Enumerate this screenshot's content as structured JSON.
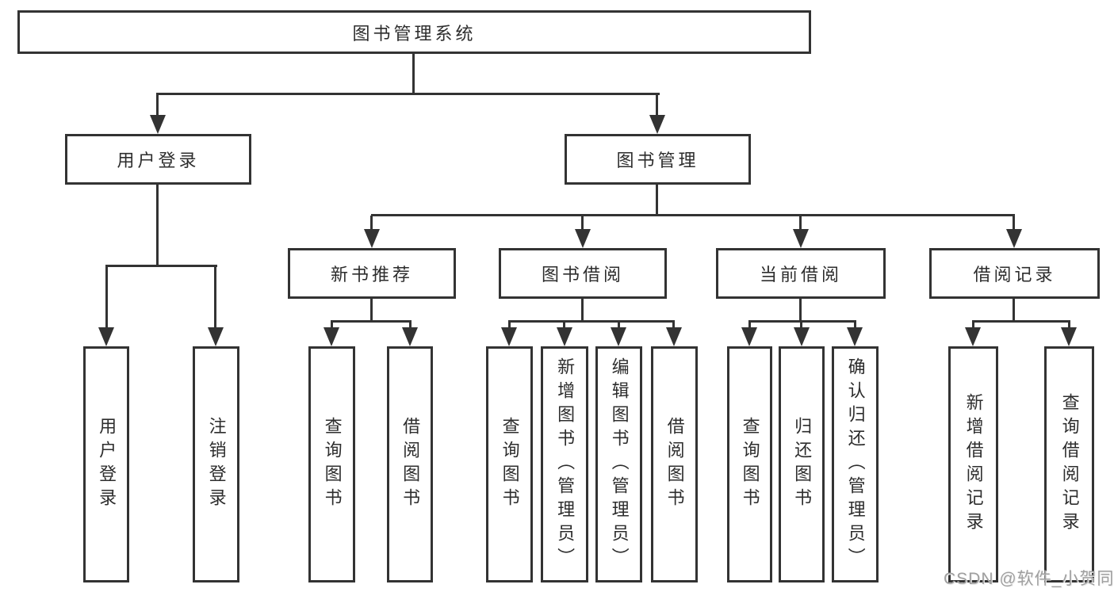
{
  "nodes": {
    "root": "图书管理系统",
    "login": "用户登录",
    "mgmt": "图书管理",
    "rec": "新书推荐",
    "borrow": "图书借阅",
    "current": "当前借阅",
    "record": "借阅记录",
    "login_user": "用户登录",
    "login_logout": "注销登录",
    "rec_query": "查询图书",
    "rec_borrow": "借阅图书",
    "borrow_query": "查询图书",
    "borrow_add": "新增图书（管理员）",
    "borrow_edit": "编辑图书（管理员）",
    "borrow_do": "借阅图书",
    "cur_query": "查询图书",
    "cur_return": "归还图书",
    "cur_confirm": "确认归还（管理员）",
    "record_add": "新增借阅记录",
    "record_query": "查询借阅记录"
  },
  "hierarchy": {
    "图书管理系统": {
      "用户登录": [
        "用户登录",
        "注销登录"
      ],
      "图书管理": {
        "新书推荐": [
          "查询图书",
          "借阅图书"
        ],
        "图书借阅": [
          "查询图书",
          "新增图书（管理员）",
          "编辑图书（管理员）",
          "借阅图书"
        ],
        "当前借阅": [
          "查询图书",
          "归还图书",
          "确认归还（管理员）"
        ],
        "借阅记录": [
          "新增借阅记录",
          "查询借阅记录"
        ]
      }
    }
  },
  "watermark": {
    "text": "CSDN @软件_小贺同学",
    "color": "#9f9f9f"
  },
  "colors": {
    "line": "#333333",
    "box_border": "#333333",
    "text": "#2d2d2d",
    "background": "#ffffff"
  }
}
